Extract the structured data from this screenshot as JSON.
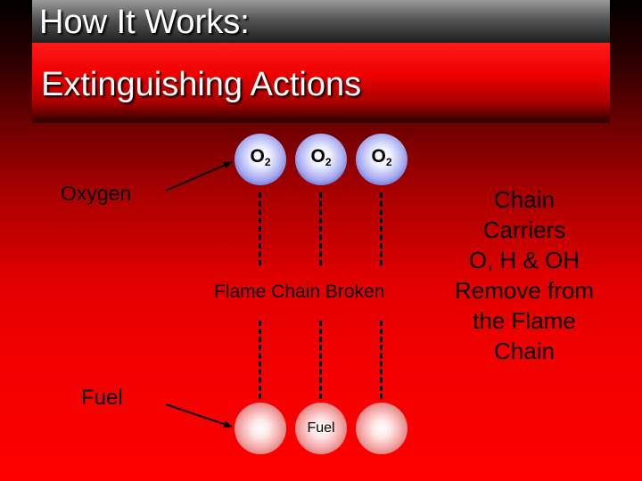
{
  "header": {
    "title": "How It Works:",
    "subtitle": "Extinguishing Actions"
  },
  "diagram": {
    "oxygen_molecule": {
      "symbol": "O",
      "subscript": "2"
    },
    "oxygen_label": "Oxygen",
    "fuel_label": "Fuel",
    "flame_chain_label": "Flame Chain Broken",
    "fuel_ball_label": "Fuel",
    "chain_carriers_lines": [
      "Chain",
      "Carriers",
      "O, H & OH",
      "Remove from",
      "the Flame",
      "Chain"
    ]
  },
  "colors": {
    "background_top": "#000000",
    "background_bottom": "#ff0000",
    "oxygen_ball": "#4a4fd0",
    "fuel_ball": "#d66868"
  }
}
